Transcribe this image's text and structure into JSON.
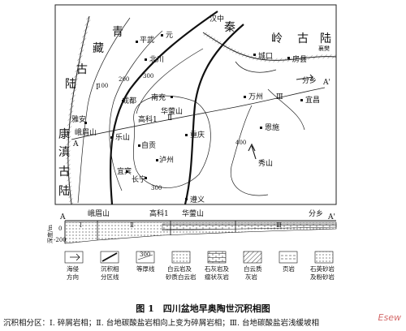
{
  "regions": {
    "qinghai": [
      "青",
      "藏",
      "古",
      "陆"
    ],
    "qinling": [
      "秦",
      "岭",
      "古",
      "陆"
    ],
    "kangdian": [
      "康",
      "滇",
      "古",
      "陆"
    ]
  },
  "cities": {
    "hanzhong": "汉中",
    "pingwu": "平武",
    "guangyuan": "元",
    "beichuan": "北川",
    "chengkou": "城口",
    "fangxian": "房县",
    "xiangfan": "襄樊",
    "chengdu": "成都",
    "nanchong": "南充",
    "wanzhou": "万州",
    "yichang": "宜昌",
    "ya_an": "雅安",
    "emeishan": "峨眉山",
    "leshan": "乐山",
    "huaying": "华蓥山",
    "gaoke": "高科1",
    "zigong": "自贡",
    "chongqing": "重庆",
    "enshi": "恩施",
    "luzhou": "泸州",
    "yibin": "宜宾",
    "changning": "长宁",
    "xiushan": "秀山",
    "zunyi": "遵义",
    "fenxiang": "分乡",
    "point_a": "A",
    "point_a2": "A'"
  },
  "zones": {
    "z1": "Ⅰ",
    "z2": "Ⅱ",
    "z3": "Ⅲ"
  },
  "isopachs": {
    "c100": "100",
    "c200": "200",
    "c300": "300",
    "c300b": "300",
    "c400": "400"
  },
  "section": {
    "left": "峨眉山",
    "mid1": "高科1",
    "mid2": "华蓥山",
    "right": "分乡",
    "a": "A",
    "a2": "A'",
    "axis_label": "深度/m",
    "tick0": "0",
    "tick200": "-200",
    "z1": "Ⅰ",
    "z2": "Ⅱ",
    "z3": "Ⅲ"
  },
  "legend": [
    {
      "l1": "海侵",
      "l2": "方向"
    },
    {
      "l1": "沉积相",
      "l2": "分区线"
    },
    {
      "l1": "等厚线",
      "l2": ""
    },
    {
      "l1": "白云岩及",
      "l2": "砂质白云岩"
    },
    {
      "l1": "石灰岩及",
      "l2": "瘤状灰岩"
    },
    {
      "l1": "白云质",
      "l2": "灰岩"
    },
    {
      "l1": "页岩",
      "l2": ""
    },
    {
      "l1": "石英砂岩",
      "l2": "及粉砂岩"
    }
  ],
  "legend_sample_value": "300",
  "caption": "图 1　四川盆地早奥陶世沉积相图",
  "note": "沉积相分区：Ⅰ. 碎屑岩相；Ⅱ. 台地碳酸盐岩相向上变为碎屑岩相；Ⅲ. 台地碳酸盐岩浅缓坡相",
  "watermark": "Esew"
}
